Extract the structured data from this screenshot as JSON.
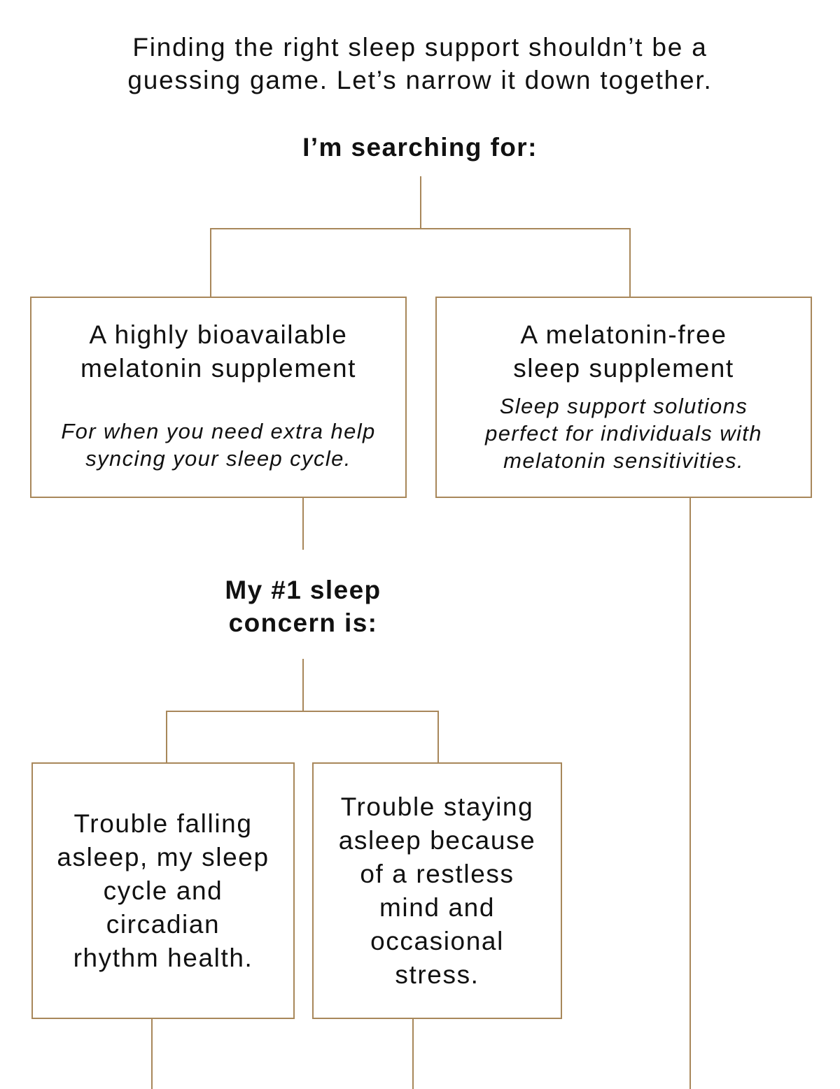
{
  "intro": {
    "line1": "Finding the right sleep support shouldn’t be a",
    "line2": "guessing game. Let’s narrow it down together."
  },
  "question_1": "I’m searching for:",
  "options_1": [
    {
      "title_lines": [
        "A highly bioavailable",
        "melatonin supplement"
      ],
      "description_lines": [
        "For when you need extra help",
        "syncing your sleep cycle."
      ]
    },
    {
      "title_lines": [
        "A melatonin-free",
        "sleep supplement"
      ],
      "description_lines": [
        "Sleep support solutions",
        "perfect for individuals with",
        "melatonin sensitivities."
      ]
    }
  ],
  "question_2": {
    "line1": "My #1 sleep",
    "line2": "concern is:"
  },
  "options_2": [
    {
      "title_lines": [
        "Trouble falling",
        "asleep, my sleep",
        "cycle and",
        "circadian",
        "rhythm health."
      ]
    },
    {
      "title_lines": [
        "Trouble staying",
        "asleep because",
        "of a restless",
        "mind and",
        "occasional",
        "stress."
      ]
    }
  ],
  "colors": {
    "connector": "#a8875a",
    "text": "#111111",
    "background": "#ffffff"
  }
}
